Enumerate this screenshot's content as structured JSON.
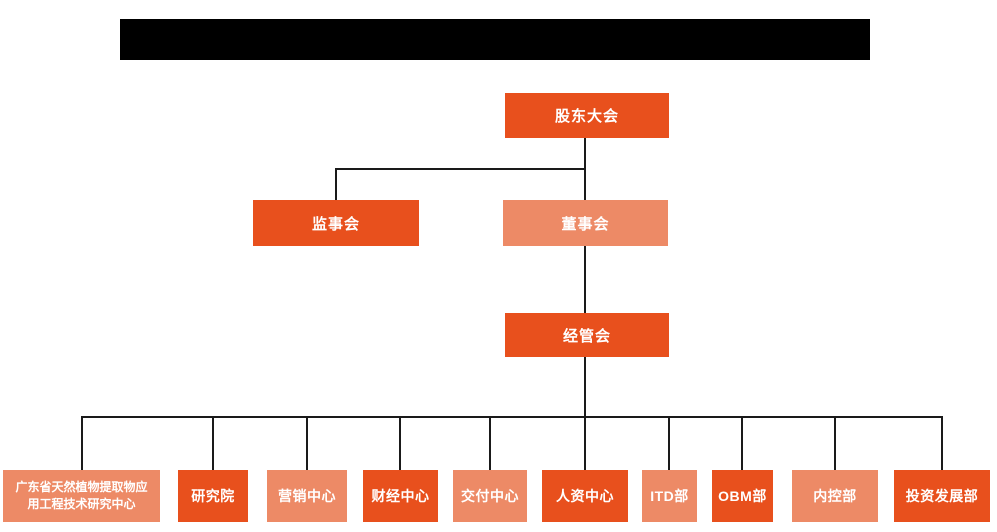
{
  "colors": {
    "primary_orange": "#E8501D",
    "light_orange": "#ED8A66",
    "connector_line": "#1A1A1A",
    "node_text": "#FFFFFF",
    "redacted_title_bar": "#000000"
  },
  "org_chart": {
    "root": {
      "label": "股东大会",
      "variant": "dark"
    },
    "level2": [
      {
        "label": "监事会",
        "variant": "dark"
      },
      {
        "label": "董事会",
        "variant": "light"
      }
    ],
    "level3": {
      "label": "经管会",
      "variant": "dark"
    },
    "departments": [
      {
        "label": "广东省天然植物提取物应用工程技术研究中心",
        "variant": "light"
      },
      {
        "label": "研究院",
        "variant": "dark"
      },
      {
        "label": "营销中心",
        "variant": "light"
      },
      {
        "label": "财经中心",
        "variant": "dark"
      },
      {
        "label": "交付中心",
        "variant": "light"
      },
      {
        "label": "人资中心",
        "variant": "dark"
      },
      {
        "label": "ITD部",
        "variant": "light"
      },
      {
        "label": "OBM部",
        "variant": "dark"
      },
      {
        "label": "内控部",
        "variant": "light"
      },
      {
        "label": "投资发展部",
        "variant": "dark"
      }
    ]
  }
}
